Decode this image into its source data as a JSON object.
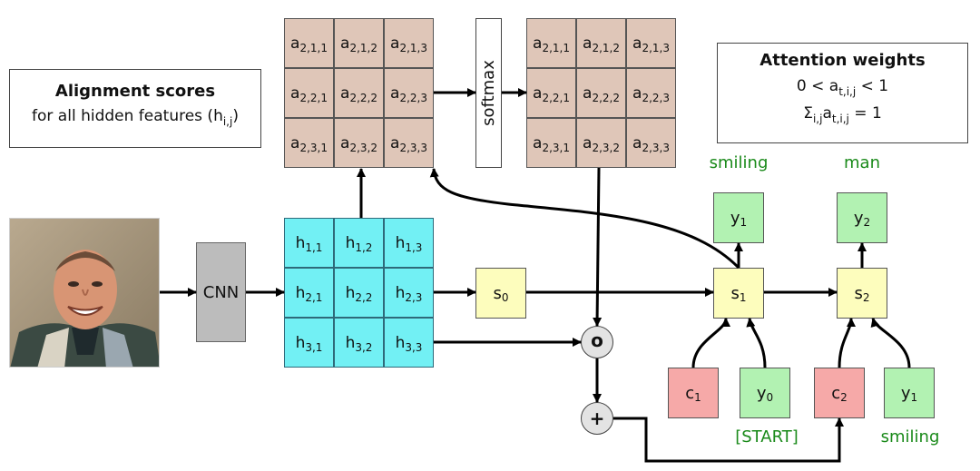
{
  "alignment_box": {
    "title": "Alignment scores",
    "line": "for all hidden features (h",
    "line_sub": "i,j",
    "line_end": ")"
  },
  "attention_box": {
    "title": "Attention weights",
    "line1": {
      "a": "0 < a",
      "sub": "t,i,j",
      "b": " < 1"
    },
    "line2": {
      "a": "Σ",
      "sub1": "i,j",
      "b": "a",
      "sub2": "t,i,j",
      "c": " = 1"
    }
  },
  "softmax_label": "softmax",
  "cnn_label": "CNN",
  "score_grid": [
    [
      {
        "b": "a",
        "s": "2,1,1"
      },
      {
        "b": "a",
        "s": "2,1,2"
      },
      {
        "b": "a",
        "s": "2,1,3"
      }
    ],
    [
      {
        "b": "a",
        "s": "2,2,1"
      },
      {
        "b": "a",
        "s": "2,2,2"
      },
      {
        "b": "a",
        "s": "2,2,3"
      }
    ],
    [
      {
        "b": "a",
        "s": "2,3,1"
      },
      {
        "b": "a",
        "s": "2,3,2"
      },
      {
        "b": "a",
        "s": "2,3,3"
      }
    ]
  ],
  "weight_grid": [
    [
      {
        "b": "a",
        "s": "2,1,1"
      },
      {
        "b": "a",
        "s": "2,1,2"
      },
      {
        "b": "a",
        "s": "2,1,3"
      }
    ],
    [
      {
        "b": "a",
        "s": "2,2,1"
      },
      {
        "b": "a",
        "s": "2,2,2"
      },
      {
        "b": "a",
        "s": "2,2,3"
      }
    ],
    [
      {
        "b": "a",
        "s": "2,3,1"
      },
      {
        "b": "a",
        "s": "2,3,2"
      },
      {
        "b": "a",
        "s": "2,3,3"
      }
    ]
  ],
  "feature_grid": [
    [
      {
        "b": "h",
        "s": "1,1"
      },
      {
        "b": "h",
        "s": "1,2"
      },
      {
        "b": "h",
        "s": "1,3"
      }
    ],
    [
      {
        "b": "h",
        "s": "2,1"
      },
      {
        "b": "h",
        "s": "2,2"
      },
      {
        "b": "h",
        "s": "2,3"
      }
    ],
    [
      {
        "b": "h",
        "s": "3,1"
      },
      {
        "b": "h",
        "s": "3,2"
      },
      {
        "b": "h",
        "s": "3,3"
      }
    ]
  ],
  "states": {
    "s0": {
      "b": "s",
      "s": "0"
    },
    "s1": {
      "b": "s",
      "s": "1"
    },
    "s2": {
      "b": "s",
      "s": "2"
    }
  },
  "outputs": {
    "y1": {
      "b": "y",
      "s": "1"
    },
    "y2": {
      "b": "y",
      "s": "2"
    }
  },
  "inputs": {
    "c1": {
      "b": "c",
      "s": "1"
    },
    "y0": {
      "b": "y",
      "s": "0"
    },
    "c2": {
      "b": "c",
      "s": "2"
    },
    "y1_in": {
      "b": "y",
      "s": "1"
    }
  },
  "operators": {
    "multiply": "o",
    "add": "+"
  },
  "words": {
    "out1": "smiling",
    "out2": "man",
    "in_start": "[START]",
    "in_smiling": "smiling"
  },
  "colors": {
    "attention_cell": "#dfc6b8",
    "feature_cell": "#72f0f4",
    "state": "#fdfdbd",
    "output": "#b2f2b2",
    "context": "#f6a9a8",
    "word_text": "#1a8a1a"
  },
  "icons": {
    "photo": "smiling-man-photo"
  }
}
